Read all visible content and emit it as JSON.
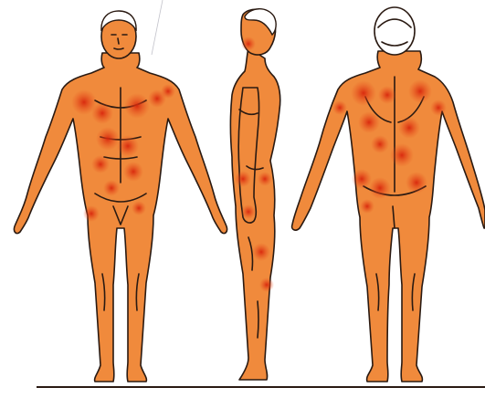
{
  "image": {
    "background": "#ffffff",
    "figures": [
      {
        "view": "front",
        "skin_color": "#f08a3c",
        "rash_color": "#e03a12"
      },
      {
        "view": "side",
        "skin_color": "#f08a3c",
        "rash_color": "#e03a12"
      },
      {
        "view": "back",
        "skin_color": "#f08a3c",
        "rash_color": "#e03a12"
      }
    ],
    "ground_line_color": "#2a1a12"
  }
}
